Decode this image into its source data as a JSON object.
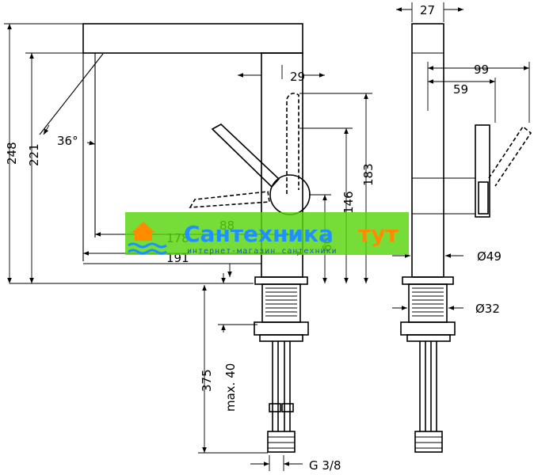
{
  "dimensions": {
    "total_height": "248",
    "spout_height": "221",
    "spout_angle": "36°",
    "lever_offset": "29",
    "lever_height": "183",
    "lever_pivot_height": "146",
    "base_to_pivot": "66",
    "projection_inner": "88",
    "projection_mid": "178",
    "projection_total": "191",
    "body_width": "27",
    "side_depth": "99",
    "side_lever_depth": "59",
    "body_diameter": "Ø49",
    "shank_diameter": "Ø32",
    "shank_length": "375",
    "max_deck": "max. 40",
    "connection": "G 3/8"
  },
  "watermark": {
    "brand_part1": "Сантехника",
    "brand_part2": "тут",
    "tagline": "интернет-магазин сантехники",
    "band_color": "#57d40c",
    "brand_color": "#1e90ff",
    "accent_color": "#ff8c00"
  }
}
